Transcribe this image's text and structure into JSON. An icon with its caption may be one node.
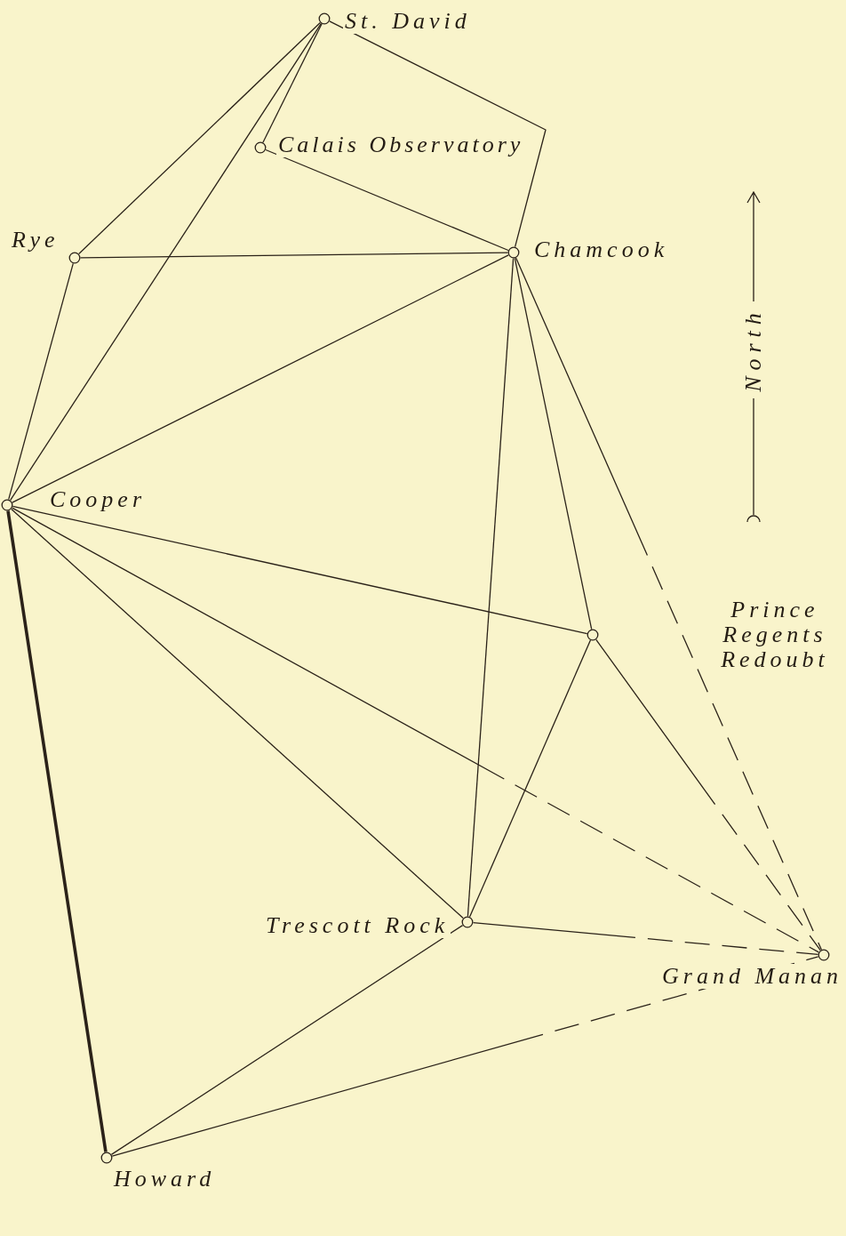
{
  "diagram": {
    "nodes": [
      {
        "text": [
          "St. David"
        ]
      },
      {
        "text": [
          "Calais Observatory"
        ]
      },
      {
        "text": [
          "Rye"
        ]
      },
      {
        "text": [
          "Chamcook"
        ]
      },
      {
        "text": [
          "Cooper"
        ]
      },
      {
        "text": [
          "Prince Regents Redoubt"
        ]
      },
      {
        "text": [
          "Trescott Rock"
        ]
      },
      {
        "text": [
          "Grand Manan"
        ]
      },
      {
        "text": [
          "Howard"
        ]
      }
    ],
    "edges": [
      {
        "from": 0,
        "to": 2,
        "arrow": "none"
      },
      {
        "from": 0,
        "to": 1,
        "arrow": "none"
      },
      {
        "from": 0,
        "to": 4,
        "arrow": "none"
      },
      {
        "from": 0,
        "to": 3,
        "arrow": "none"
      },
      {
        "from": 1,
        "to": 3,
        "arrow": "none"
      },
      {
        "from": 2,
        "to": 3,
        "arrow": "none"
      },
      {
        "from": 2,
        "to": 4,
        "arrow": "none"
      },
      {
        "from": 3,
        "to": 4,
        "arrow": "none"
      },
      {
        "from": 3,
        "to": 6,
        "arrow": "none"
      },
      {
        "from": 3,
        "to": 5,
        "arrow": "none"
      },
      {
        "from": 3,
        "to": 7,
        "arrow": "none",
        "style": "dashed"
      },
      {
        "from": 4,
        "to": 5,
        "arrow": "none"
      },
      {
        "from": 4,
        "to": 7,
        "arrow": "none",
        "style": "dashed"
      },
      {
        "from": 4,
        "to": 6,
        "arrow": "none"
      },
      {
        "from": 4,
        "to": 8,
        "arrow": "none",
        "style": "thick"
      },
      {
        "from": 5,
        "to": 6,
        "arrow": "none"
      },
      {
        "from": 5,
        "to": 7,
        "arrow": "none",
        "style": "dashed"
      },
      {
        "from": 6,
        "to": 7,
        "arrow": "none",
        "style": "dashed"
      },
      {
        "from": 6,
        "to": 8,
        "arrow": "none"
      },
      {
        "from": 8,
        "to": 7,
        "arrow": "none",
        "style": "dashed"
      }
    ],
    "labels": [
      "North"
    ]
  }
}
